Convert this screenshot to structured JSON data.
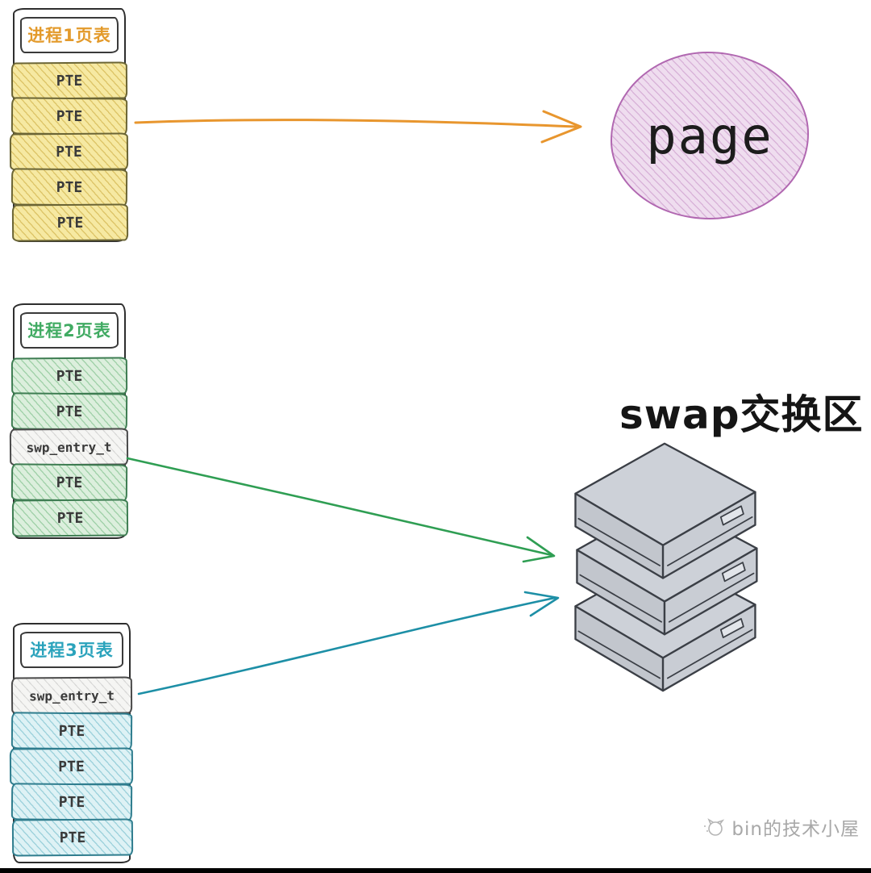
{
  "tables": [
    {
      "title": "进程1页表",
      "title_color": "#e39a2b",
      "rows": [
        "PTE",
        "PTE",
        "PTE",
        "PTE",
        "PTE"
      ],
      "row_fill": "#f6e9a2",
      "row_border": "#6b6535"
    },
    {
      "title": "进程2页表",
      "title_color": "#41ab63",
      "rows": [
        "PTE",
        "PTE",
        "swp_entry_t",
        "PTE",
        "PTE"
      ],
      "row_fill": "#dcefdd",
      "row_border": "#3e7d52"
    },
    {
      "title": "进程3页表",
      "title_color": "#2ba3bc",
      "rows": [
        "swp_entry_t",
        "PTE",
        "PTE",
        "PTE",
        "PTE"
      ],
      "row_fill": "#def2f5",
      "row_border": "#2f7d8e"
    }
  ],
  "swp_row": {
    "fill": "#f5f5f3",
    "border": "#4a4a4a"
  },
  "page_node": {
    "label": "page",
    "fill": "#efddef",
    "stroke": "#b168b1"
  },
  "swap": {
    "title": "swap交换区",
    "box_fill": "#cdd1d8",
    "box_stroke": "#3b3f46"
  },
  "arrows": {
    "pte_to_page_color": "#e8962e",
    "p2_to_swap_color": "#2f9e53",
    "p3_to_swap_color": "#1d8fa6"
  },
  "watermark": {
    "text": "bin的技术小屋",
    "color": "#a8a8a8"
  }
}
